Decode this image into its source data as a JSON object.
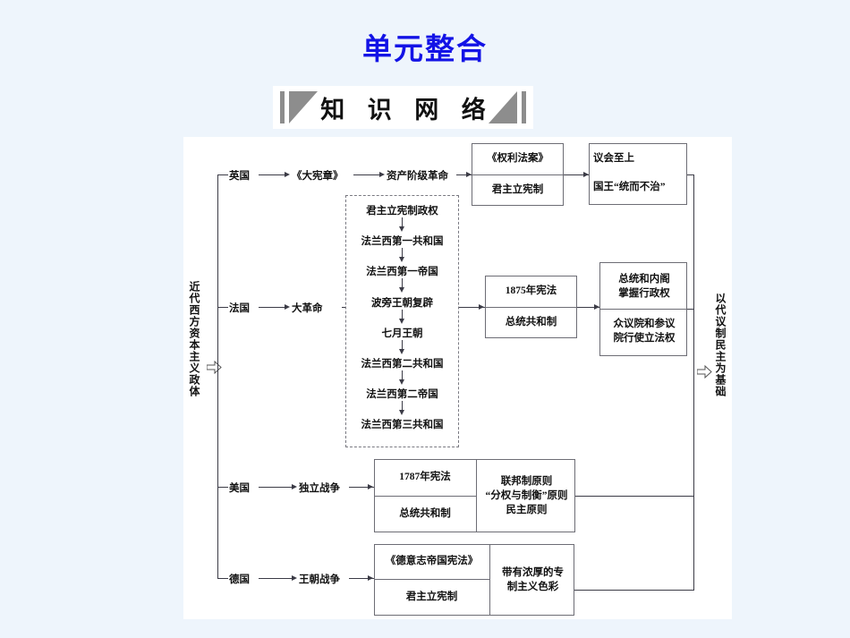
{
  "slide": {
    "title": "单元整合",
    "banner_label": "知 识 网 络",
    "bg_color": "#eef5fc",
    "title_color": "#1313e6",
    "canvas_color": "#ffffff"
  },
  "diagram": {
    "left_label": "近代西方资本主义政体",
    "right_label": "以代议制民主为基础",
    "branches": [
      {
        "country": "英国",
        "step1": "《大宪章》",
        "step2": "资产阶级革命",
        "box1_top": "《权利法案》",
        "box1_bottom": "君主立宪制",
        "box2_line1": "议会至上",
        "box2_line2": "国王“统而不治”"
      },
      {
        "country": "法国",
        "step1": "大革命",
        "dashed_chain": [
          "君主立宪制政权",
          "法兰西第一共和国",
          "法兰西第一帝国",
          "波旁王朝复辟",
          "七月王朝",
          "法兰西第二共和国",
          "法兰西第二帝国",
          "法兰西第三共和国"
        ],
        "box1_top": "1875年宪法",
        "box1_bottom": "总统共和制",
        "box2_top": "总统和内阁\n掌握行政权",
        "box2_top_l1": "总统和内阁",
        "box2_top_l2": "掌握行政权",
        "box2_bottom_l1": "众议院和参议",
        "box2_bottom_l2": "院行使立法权"
      },
      {
        "country": "美国",
        "step1": "独立战争",
        "box1_top": "1787年宪法",
        "box1_bottom": "总统共和制",
        "box2_l1": "联邦制原则",
        "box2_l2": "“分权与制衡”原则",
        "box2_l3": "民主原则"
      },
      {
        "country": "德国",
        "step1": "王朝战争",
        "box1_top": "《德意志帝国宪法》",
        "box1_bottom": "君主立宪制",
        "box2_l1": "带有浓厚的专",
        "box2_l2": "制主义色彩"
      }
    ]
  }
}
